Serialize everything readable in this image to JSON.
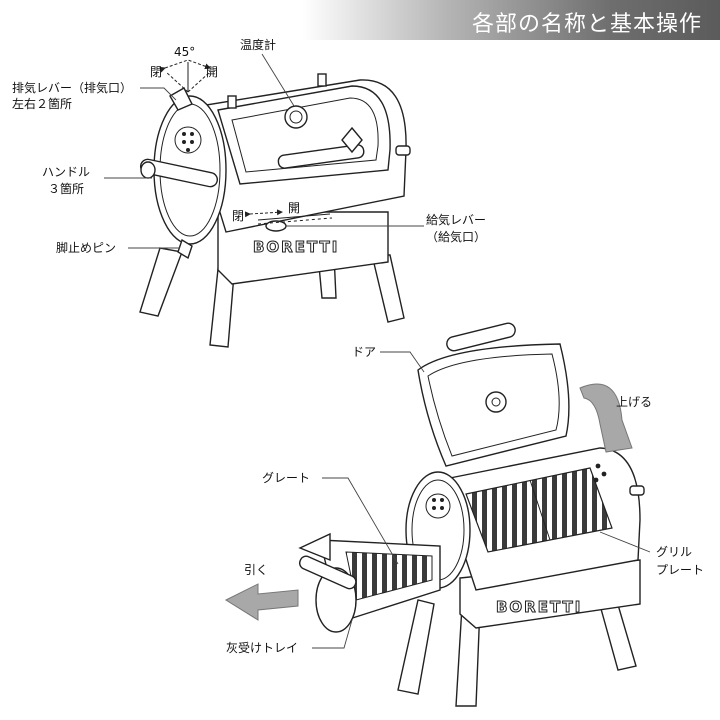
{
  "header": {
    "title": "各部の名称と基本操作"
  },
  "top_diagram": {
    "angle_label": "45°",
    "exhaust_close": "閉",
    "exhaust_open": "開",
    "exhaust_lever_line1": "排気レバー（排気口）",
    "exhaust_lever_line2": "左右２箇所",
    "thermometer": "温度計",
    "handle_line1": "ハンドル",
    "handle_line2": "３箇所",
    "intake_close": "閉",
    "intake_open": "開",
    "intake_lever_line1": "給気レバー",
    "intake_lever_line2": "（給気口）",
    "leg_pin": "脚止めピン",
    "brand": "BORETTI"
  },
  "bottom_diagram": {
    "door": "ドア",
    "lift": "上げる",
    "grate": "グレート",
    "grill_plate_line1": "グリル",
    "grill_plate_line2": "プレート",
    "pull": "引く",
    "ash_tray": "灰受けトレイ",
    "brand": "BORETTI"
  },
  "colors": {
    "header_gradient_end": "#5b5b5b",
    "arrow_gray": "#9a9a9a"
  }
}
